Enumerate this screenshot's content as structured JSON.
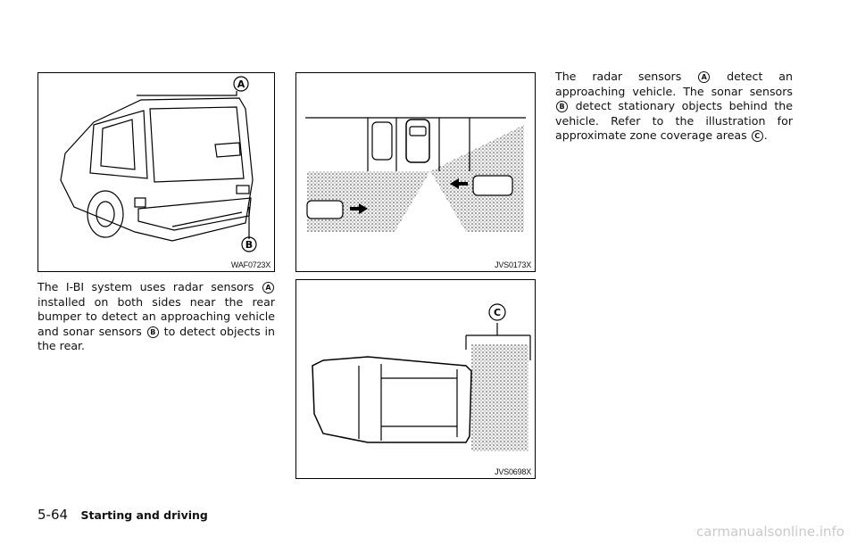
{
  "figures": {
    "fig1": {
      "code": "WAF0723X",
      "callouts": [
        "A",
        "B"
      ]
    },
    "fig2": {
      "code": "JVS0173X"
    },
    "fig3": {
      "code": "JVS0698X",
      "callouts": [
        "C"
      ]
    }
  },
  "left_text": {
    "p1": "The I-BI system uses radar sensors",
    "p2": "installed on both sides near the rear bumper to detect an approaching vehicle and sonar sensors",
    "p3": "to detect objects in the rear."
  },
  "right_text": {
    "p1": "The radar sensors",
    "p2": "detect an approaching vehicle. The sonar sensors",
    "p3": "detect stationary objects behind the vehicle. Refer to the illustration for approximate zone coverage areas",
    "p4": "."
  },
  "markers": {
    "a": "A",
    "b": "B",
    "c": "C"
  },
  "footer": {
    "page": "5-64",
    "section": "Starting and driving"
  },
  "watermark": "carmanualsonline.info"
}
